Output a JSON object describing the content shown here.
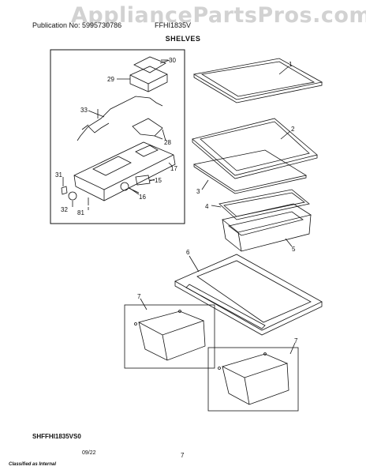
{
  "watermark": "AppliancePartsPros.com",
  "header": {
    "publication_label": "Publication No: 5995730786",
    "model": "FFHI1835V"
  },
  "section_title": "SHELVES",
  "callouts": {
    "n1": "1",
    "n2": "2",
    "n3": "3",
    "n4": "4",
    "n5": "5",
    "n6": "6",
    "n7a": "7",
    "n7b": "7",
    "n15": "15",
    "n16": "16",
    "n17": "17",
    "n28": "28",
    "n29": "29",
    "n30": "30",
    "n31": "31",
    "n32": "32",
    "n33": "33",
    "n81": "81"
  },
  "model_code": "SHFFHI1835VS0",
  "footer": {
    "date": "09/22",
    "classification": "Classified as Internal",
    "page_number": "7"
  }
}
